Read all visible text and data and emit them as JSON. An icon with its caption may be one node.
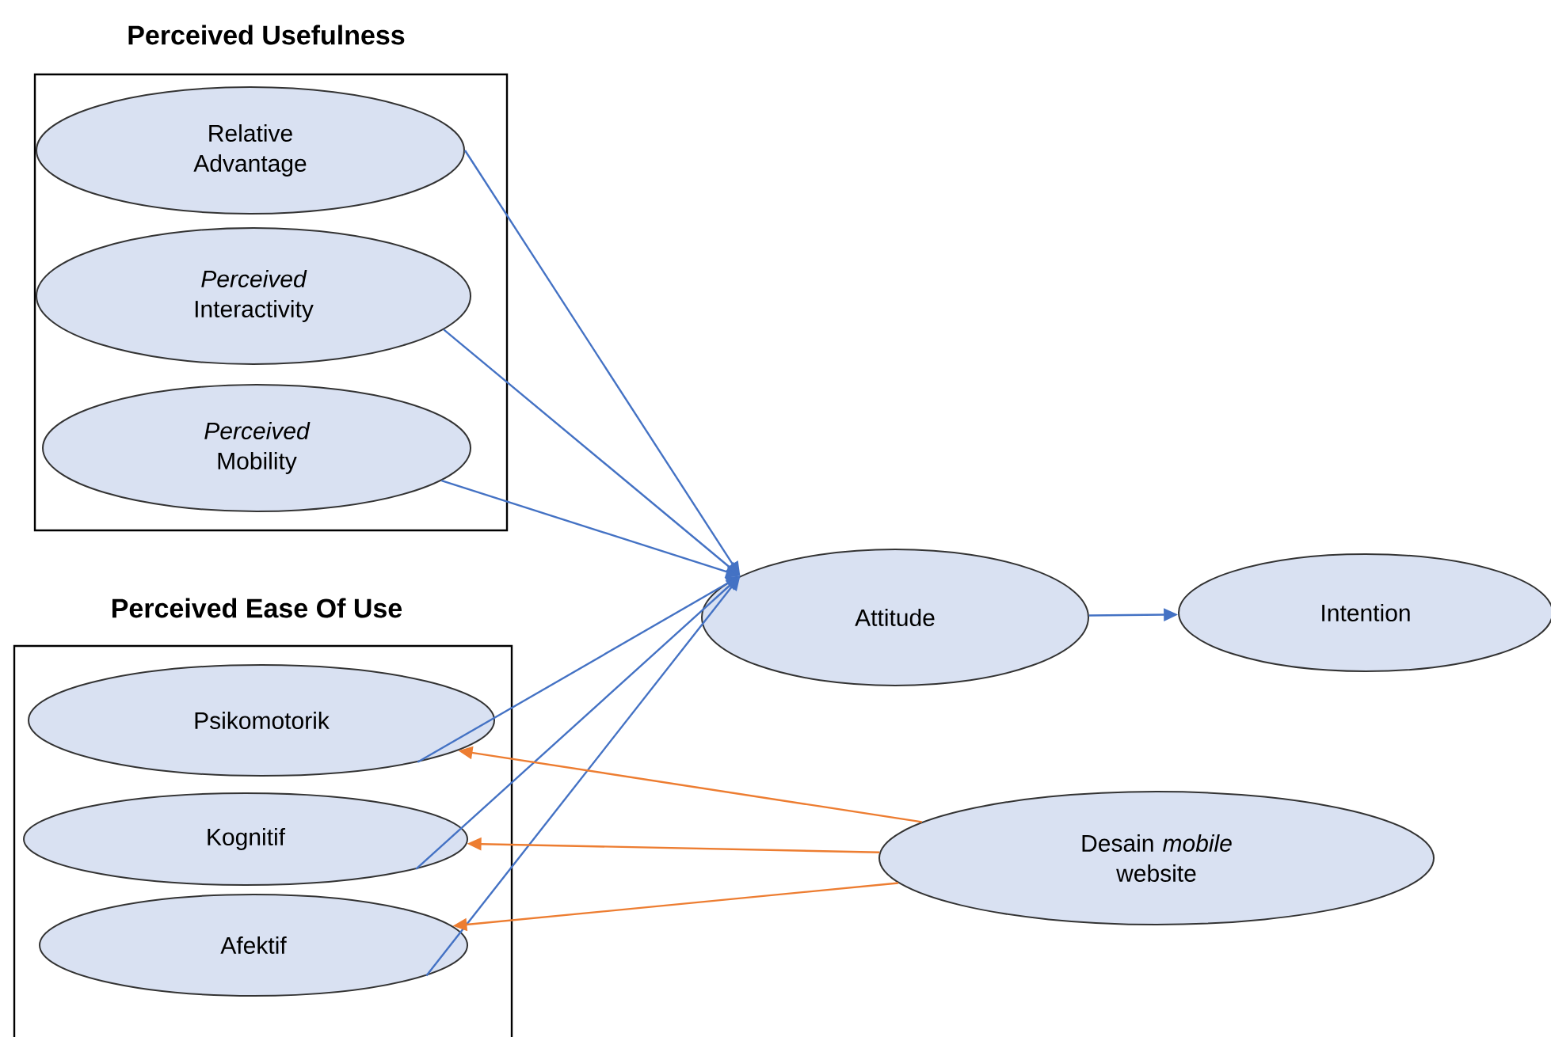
{
  "diagram": {
    "nodes": [
      {
        "text": [
          "Perceived Usefulness"
        ]
      },
      {
        "text": [
          "Relative Advantage"
        ],
        "in": 0
      },
      {
        "text": [
          "*Perceived* Interactivity"
        ],
        "in": 0
      },
      {
        "text": [
          "*Perceived* Mobility"
        ],
        "in": 0
      },
      {
        "text": [
          "Perceived Ease Of Use"
        ]
      },
      {
        "text": [
          "Psikomotorik"
        ],
        "in": 4
      },
      {
        "text": [
          "Kognitif"
        ],
        "in": 4
      },
      {
        "text": [
          "Afektif"
        ],
        "in": 4
      },
      {
        "text": [
          "Attitude"
        ]
      },
      {
        "text": [
          "Intention"
        ]
      },
      {
        "text": [
          "Desain *mobile* website"
        ]
      }
    ],
    "edges": [
      {
        "from": 1,
        "to": 8,
        "arrow": "to"
      },
      {
        "from": 2,
        "to": 8,
        "arrow": "to"
      },
      {
        "from": 3,
        "to": 8,
        "arrow": "to"
      },
      {
        "from": 5,
        "to": 8,
        "arrow": "to"
      },
      {
        "from": 6,
        "to": 8,
        "arrow": "to"
      },
      {
        "from": 7,
        "to": 8,
        "arrow": "to"
      },
      {
        "from": 8,
        "to": 9,
        "arrow": "to"
      },
      {
        "from": 10,
        "to": 5,
        "arrow": "to",
        "color": "#ed7d31"
      },
      {
        "from": 10,
        "to": 6,
        "arrow": "to",
        "color": "#ed7d31"
      },
      {
        "from": 10,
        "to": 7,
        "arrow": "to",
        "color": "#ed7d31"
      }
    ]
  }
}
